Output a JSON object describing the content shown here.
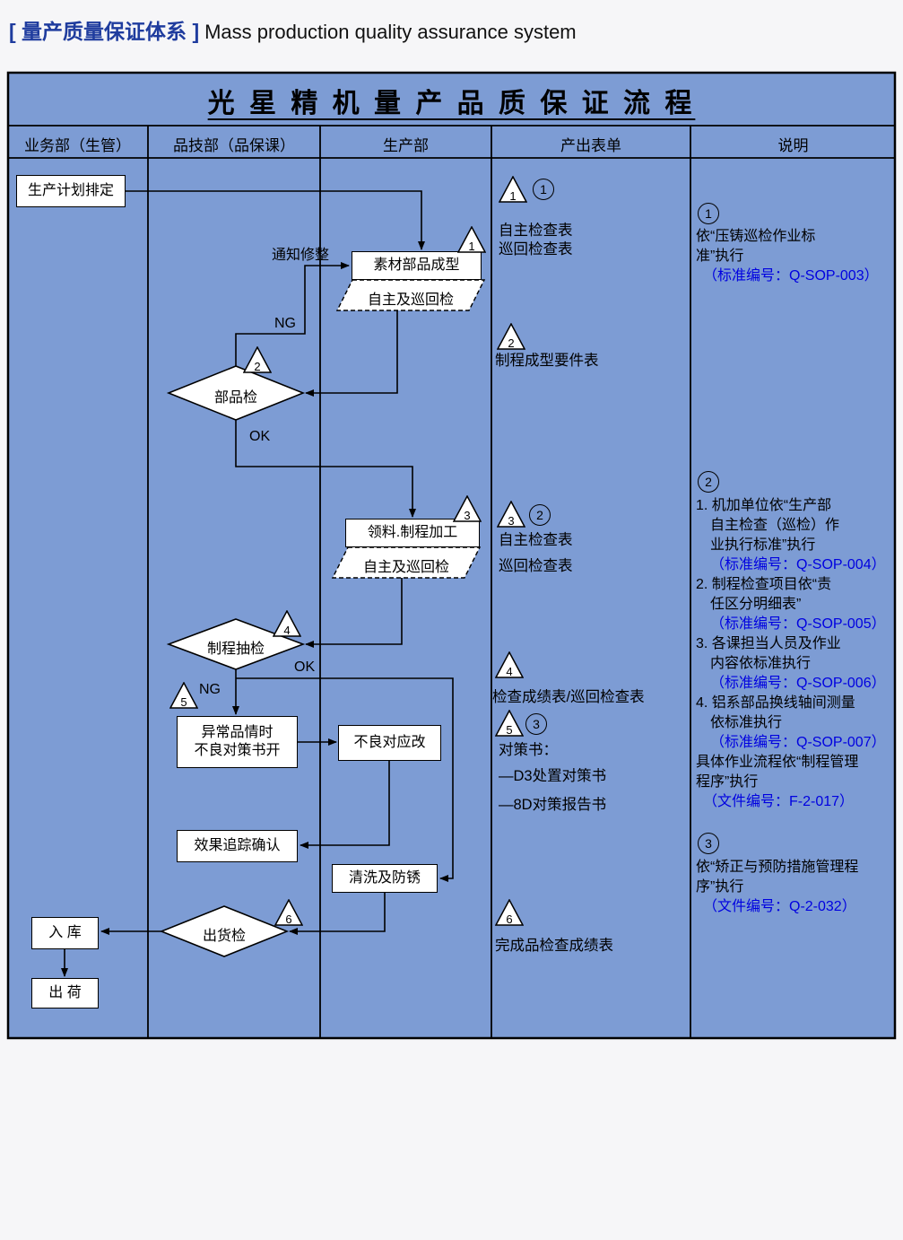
{
  "colors": {
    "page_bg": "#f6f6f8",
    "chart_bg": "#7D9CD4",
    "header_blue": "#1F3C9E",
    "note_blue": "#0000E0"
  },
  "header": {
    "cn_title": "[ 量产质量保证体系 ]",
    "en_title": "Mass production quality assurance system"
  },
  "chart": {
    "title": "光 星 精 机 量 产 品 质 保 证 流 程",
    "columns": {
      "c1": "业务部（生管）",
      "c2": "品技部（品保课）",
      "c3": "生产部",
      "c4": "产出表单",
      "c5": "说明"
    }
  },
  "nodes": {
    "production_plan": "生产计划排定",
    "notify_adjust": "通知修整",
    "material_molding": "素材部品成型",
    "self_patrol_1": "自主及巡回检",
    "part_inspect": "部品检",
    "ng_1": "NG",
    "ok_1": "OK",
    "material_process": "领料.制程加工",
    "self_patrol_2": "自主及巡回检",
    "process_sampling": "制程抽检",
    "ng_2": "NG",
    "ok_2": "OK",
    "abnormal_line1": "异常品情时",
    "abnormal_line2": "不良对策书开",
    "defect_fix": "不良对应改",
    "effect_tracking": "效果追踪确认",
    "cleaning": "清洗及防锈",
    "ship_inspect": "出货检",
    "warehouse_in": "入 库",
    "ship_out": "出 荷"
  },
  "markers": {
    "t1": "1",
    "t2": "2",
    "t3": "3",
    "t4": "4",
    "t5": "5",
    "t6": "6",
    "c1": "1",
    "c2": "2",
    "c3": "3"
  },
  "forms": {
    "f1a": "自主检查表",
    "f1b": "巡回检查表",
    "f2": "制程成型要件表",
    "f3a": "自主检查表",
    "f3b": "巡回检查表",
    "f4": "检查成绩表/巡回检查表",
    "f5a": "对策书：",
    "f5b": "—D3处置对策书",
    "f5c": "—8D对策报告书",
    "f6": "完成品检查成绩表"
  },
  "notes": {
    "n1_l1": "依“压铸巡检作业标",
    "n1_l2": "准”执行",
    "n1_l3": "（标准编号：Q-SOP-003）",
    "n2_l1": "1. 机加单位依“生产部",
    "n2_l2": "自主检查（巡检）作",
    "n2_l3": "业执行标准”执行",
    "n2_l4": "（标准编号：Q-SOP-004）",
    "n2_l5": "2. 制程检查项目依“责",
    "n2_l6": "任区分明细表”",
    "n2_l7": "（标准编号：Q-SOP-005）",
    "n2_l8": "3. 各课担当人员及作业",
    "n2_l9": "内容依标准执行",
    "n2_l10": "（标准编号：Q-SOP-006）",
    "n2_l11": "4. 铝系部品换线轴间测量",
    "n2_l12": "依标准执行",
    "n2_l13": "（标准编号：Q-SOP-007）",
    "n2_l14": "具体作业流程依“制程管理",
    "n2_l15": "程序”执行",
    "n2_l16": "（文件编号：F-2-017）",
    "n3_l1": "依“矫正与预防措施管理程",
    "n3_l2": "序”执行",
    "n3_l3": "（文件编号：Q-2-032）"
  }
}
